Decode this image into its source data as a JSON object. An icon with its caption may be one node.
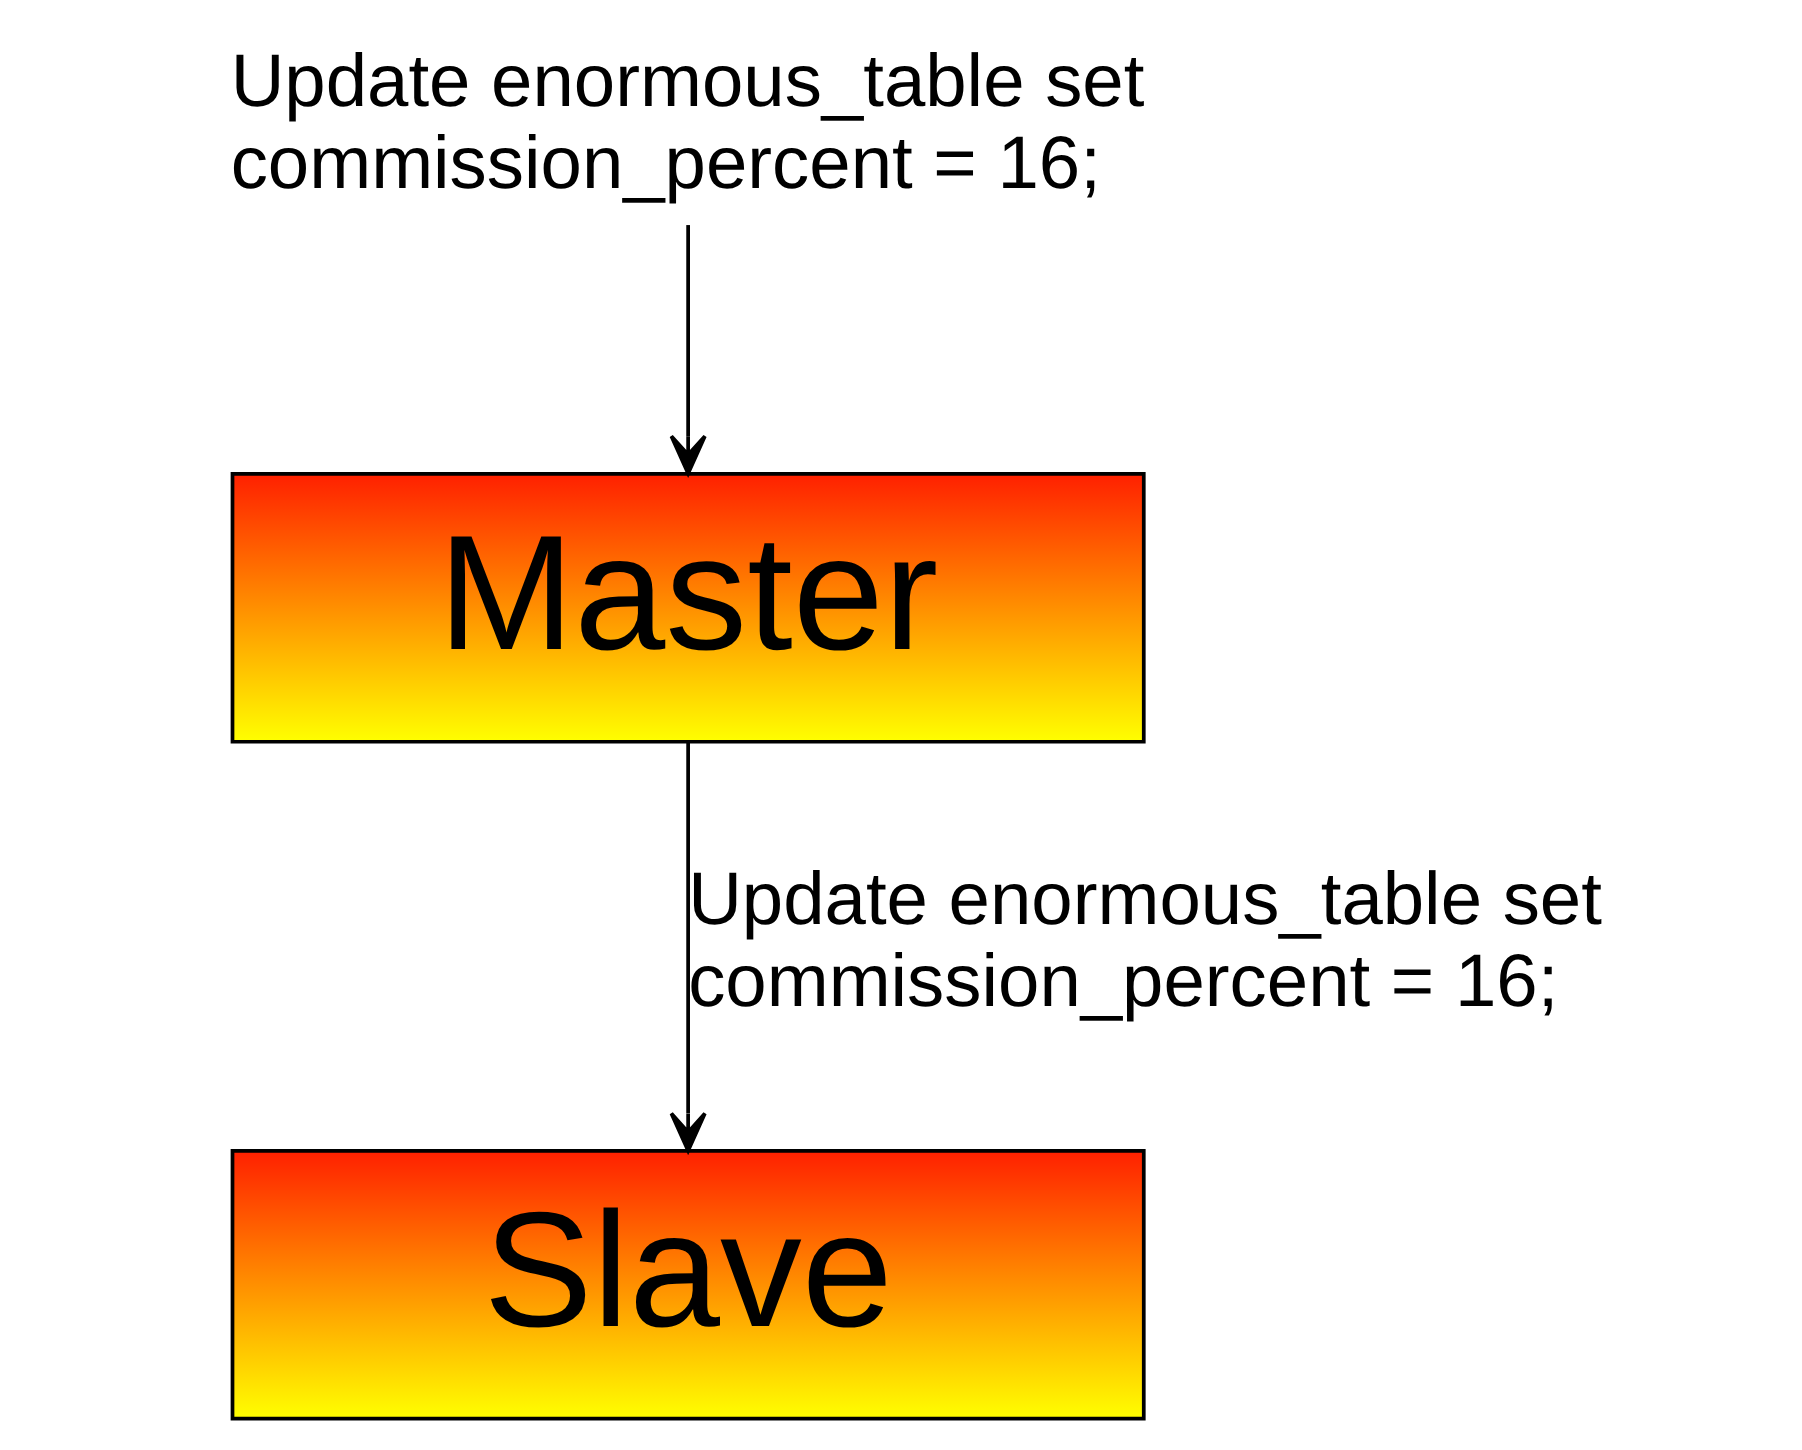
{
  "diagram": {
    "nodes": [
      {
        "text": [
          "Update enormous_table set commission_percent = 16;"
        ]
      },
      {
        "text": [
          "Master"
        ]
      },
      {
        "text": [
          "Slave"
        ]
      }
    ],
    "edges": [
      {
        "from": 0,
        "to": 1,
        "arrow": "to"
      },
      {
        "from": 1,
        "to": 2,
        "arrow": "to",
        "label": "Update enormous_table set commission_percent = 16;"
      }
    ]
  }
}
